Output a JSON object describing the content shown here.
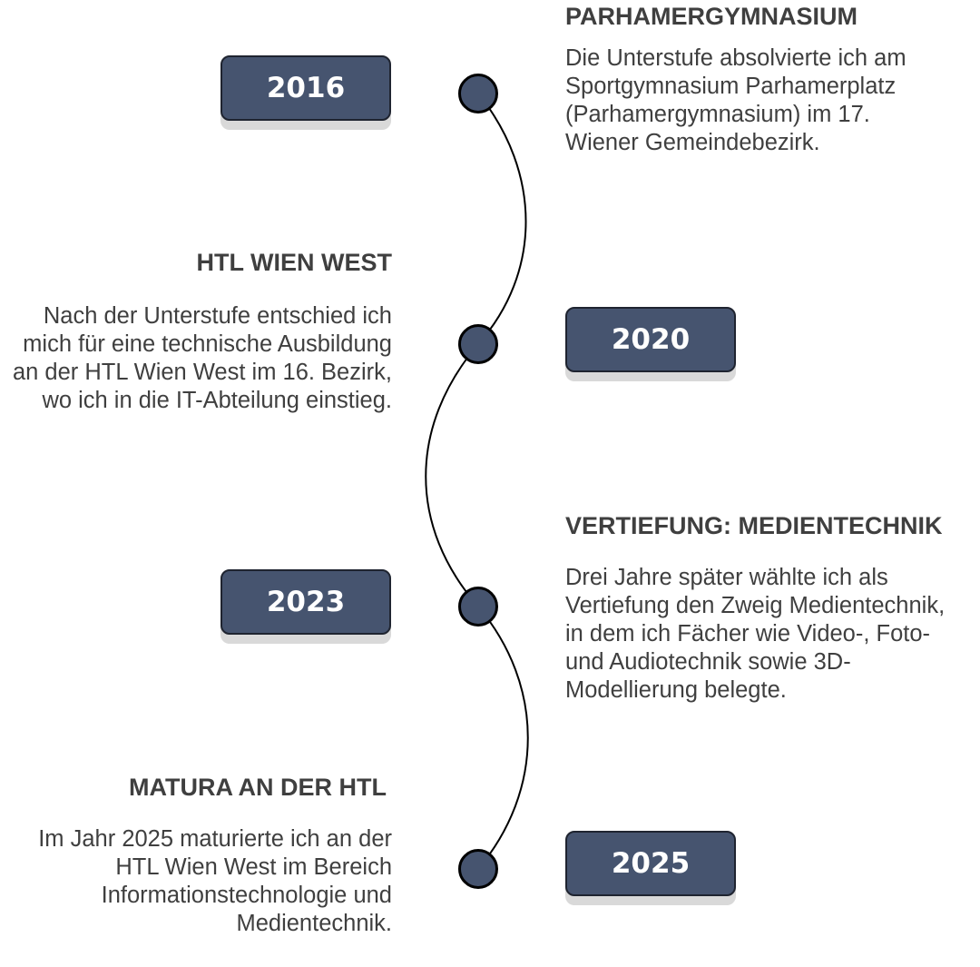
{
  "timeline": [
    {
      "year": "2016",
      "title": "PARHAMERGYMNASIUM",
      "text": "Die Unterstufe absolvierte ich am Sportgymnasium Parhamerplatz (Parhamergymnasium) im 17. Wiener Gemeindebezirk."
    },
    {
      "year": "2020",
      "title": "HTL WIEN WEST",
      "text": "Nach der Unterstufe entschied ich mich für eine technische Ausbildung an der HTL Wien West im 16. Bezirk, wo ich in die IT-Abteilung einstieg."
    },
    {
      "year": "2023",
      "title": "VERTIEFUNG: MEDIENTECHNIK",
      "text": "Drei Jahre später wählte ich als Vertiefung den Zweig Medientechnik, in dem ich Fächer wie Video-, Foto- und Audiotechnik sowie 3D-Modellierung belegte."
    },
    {
      "year": "2025",
      "title": "MATURA AN DER HTL",
      "text": "Im Jahr 2025 maturierte ich an der HTL Wien West im Bereich Informationstechnologie und Medientechnik."
    }
  ],
  "colors": {
    "badge": "#46546f",
    "badge_border": "#1f2430",
    "badge_shadow": "#d9d9d9",
    "text": "#3f3f3f",
    "line": "#000000"
  }
}
